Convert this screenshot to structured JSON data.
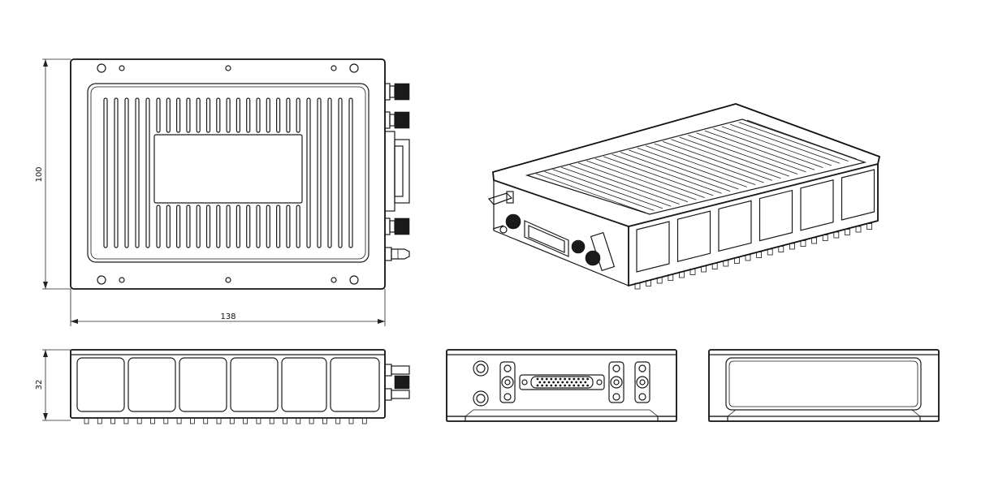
{
  "dimensions": {
    "height": "100",
    "width": "138",
    "depth": "32"
  },
  "colors": {
    "line": "#1a1a1a",
    "background": "#ffffff"
  }
}
